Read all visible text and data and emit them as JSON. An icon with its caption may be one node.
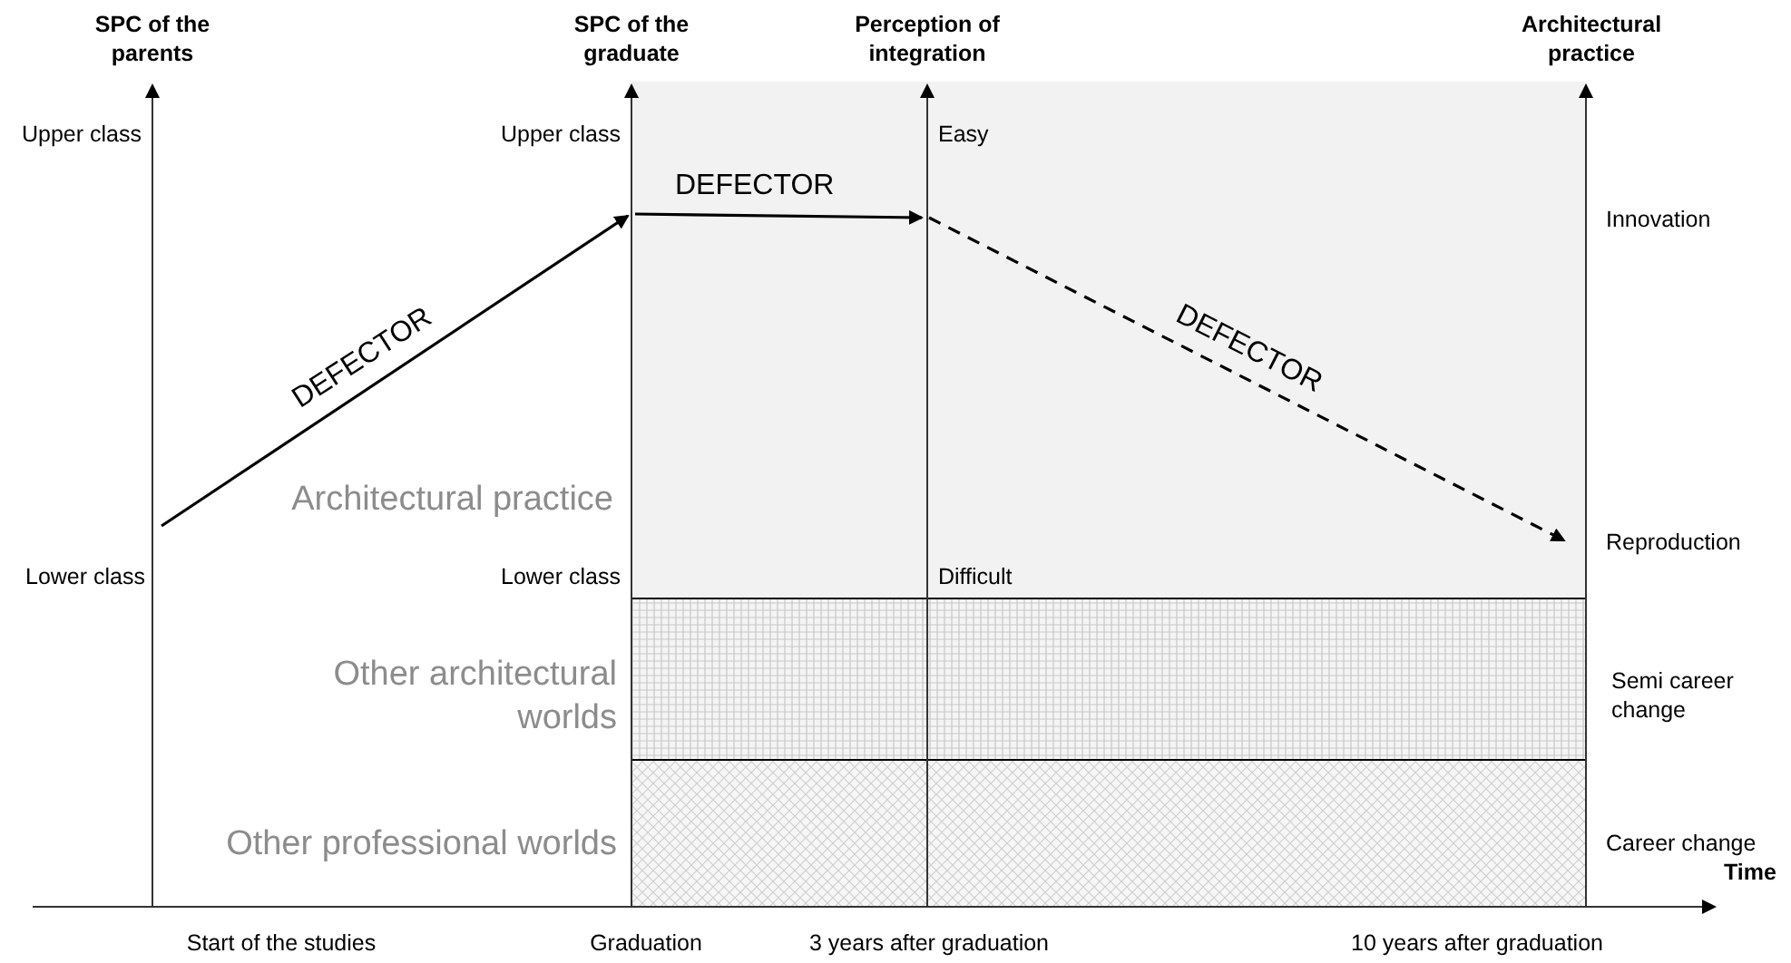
{
  "diagram": {
    "labels": [
      "SPC of the parents",
      "SPC of the graduate",
      "Perception of integration",
      "Architectural practice",
      "Upper class",
      "Upper class",
      "Easy",
      "DEFECTOR",
      "Innovation",
      "DEFECTOR",
      "DEFECTOR",
      "Architectural practice",
      "Reproduction",
      "Lower class",
      "Lower class",
      "Difficult",
      "Other architectural worlds",
      "Semi career change",
      "Other professional worlds",
      "Career change",
      "Time",
      "Start of the studies",
      "Graduation",
      "3 years after graduation",
      "10 years after graduation"
    ]
  }
}
